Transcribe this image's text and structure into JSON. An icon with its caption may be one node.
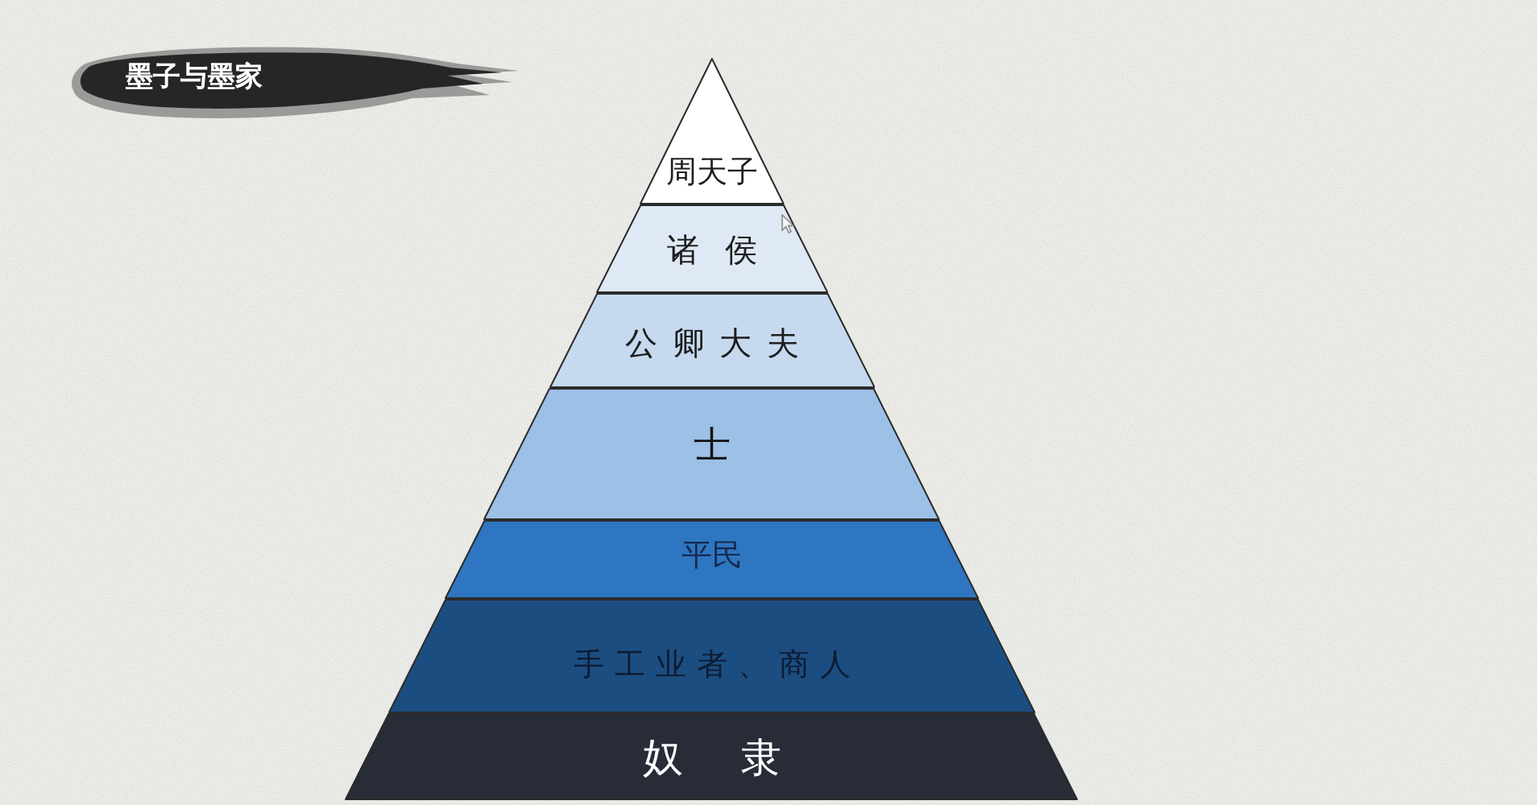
{
  "diagram": {
    "title": "墨子与墨家",
    "nodes": [
      {
        "text": [
          "周天子"
        ]
      },
      {
        "text": [
          "诸侯"
        ]
      },
      {
        "text": [
          "公卿大夫"
        ]
      },
      {
        "text": [
          "士"
        ]
      },
      {
        "text": [
          "平民"
        ]
      },
      {
        "text": [
          "手工业者、商人"
        ]
      },
      {
        "text": [
          "奴隶"
        ]
      }
    ]
  }
}
